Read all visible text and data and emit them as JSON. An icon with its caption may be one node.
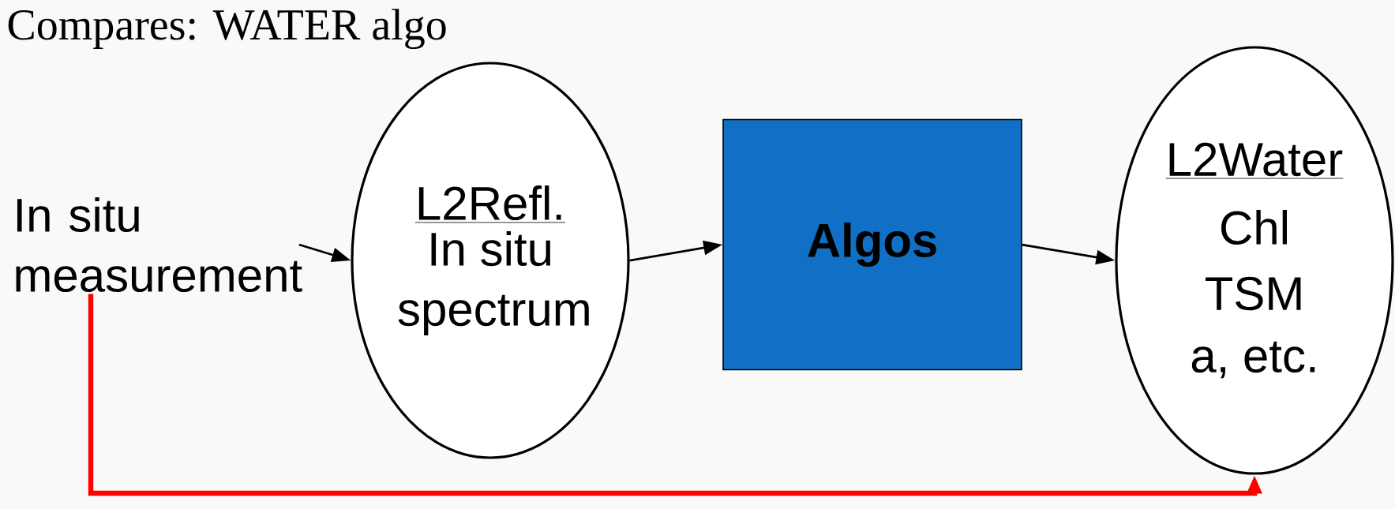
{
  "diagram": {
    "title": "Compares: WATER algo",
    "nodes": [
      {
        "text": [
          "In situ measurement"
        ]
      },
      {
        "text": [
          "L2Refl.",
          "In situ spectrum"
        ]
      },
      {
        "text": [
          "Algos"
        ]
      },
      {
        "text": [
          "L2Water",
          "Chl",
          "TSM",
          "a, etc."
        ]
      }
    ],
    "edges": [
      {
        "from": 0,
        "to": 1,
        "arrow": "to"
      },
      {
        "from": 1,
        "to": 2,
        "arrow": "to"
      },
      {
        "from": 2,
        "to": 3,
        "arrow": "to"
      },
      {
        "from": 0,
        "to": 3,
        "arrow": "to",
        "style": "thick",
        "color": "#ff0000"
      }
    ]
  }
}
